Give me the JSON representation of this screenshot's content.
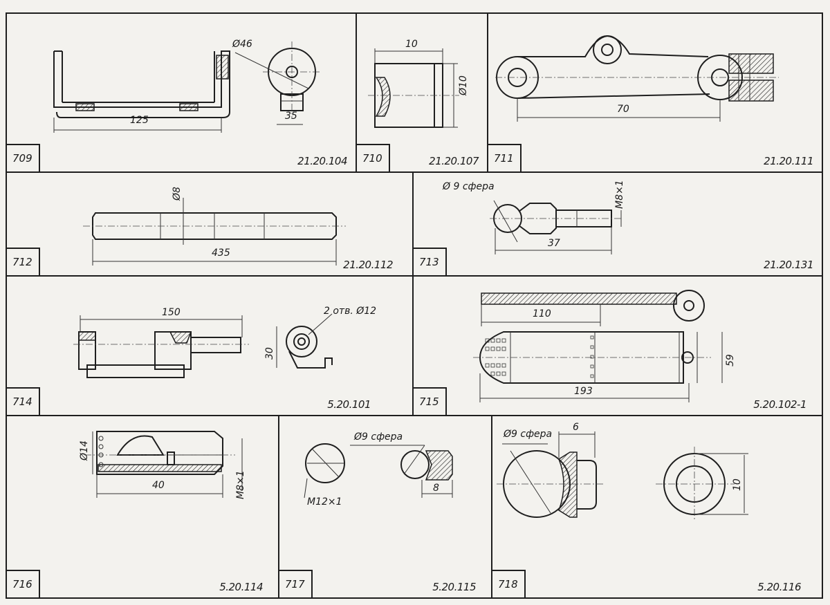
{
  "parts": [
    {
      "number": "709",
      "code": "21.20.104",
      "dims": [
        "Ø46",
        "125",
        "35"
      ]
    },
    {
      "number": "710",
      "code": "21.20.107",
      "dims": [
        "10",
        "Ø10"
      ]
    },
    {
      "number": "711",
      "code": "21.20.111",
      "dims": [
        "70"
      ]
    },
    {
      "number": "712",
      "code": "21.20.112",
      "dims": [
        "Ø8",
        "435"
      ]
    },
    {
      "number": "713",
      "code": "21.20.131",
      "dims": [
        "Ø 9 сфера",
        "M8×1",
        "37"
      ]
    },
    {
      "number": "714",
      "code": "5.20.101",
      "dims": [
        "150",
        "2 отв. Ø12",
        "30"
      ]
    },
    {
      "number": "715",
      "code": "5.20.102-1",
      "dims": [
        "110",
        "59",
        "193"
      ]
    },
    {
      "number": "716",
      "code": "5.20.114",
      "dims": [
        "Ø14",
        "40",
        "M8×1"
      ]
    },
    {
      "number": "717",
      "code": "5.20.115",
      "dims": [
        "Ø9 сфера",
        "M12×1",
        "8"
      ]
    },
    {
      "number": "718",
      "code": "5.20.116",
      "dims": [
        "Ø9 сфера",
        "6",
        "10"
      ]
    }
  ]
}
